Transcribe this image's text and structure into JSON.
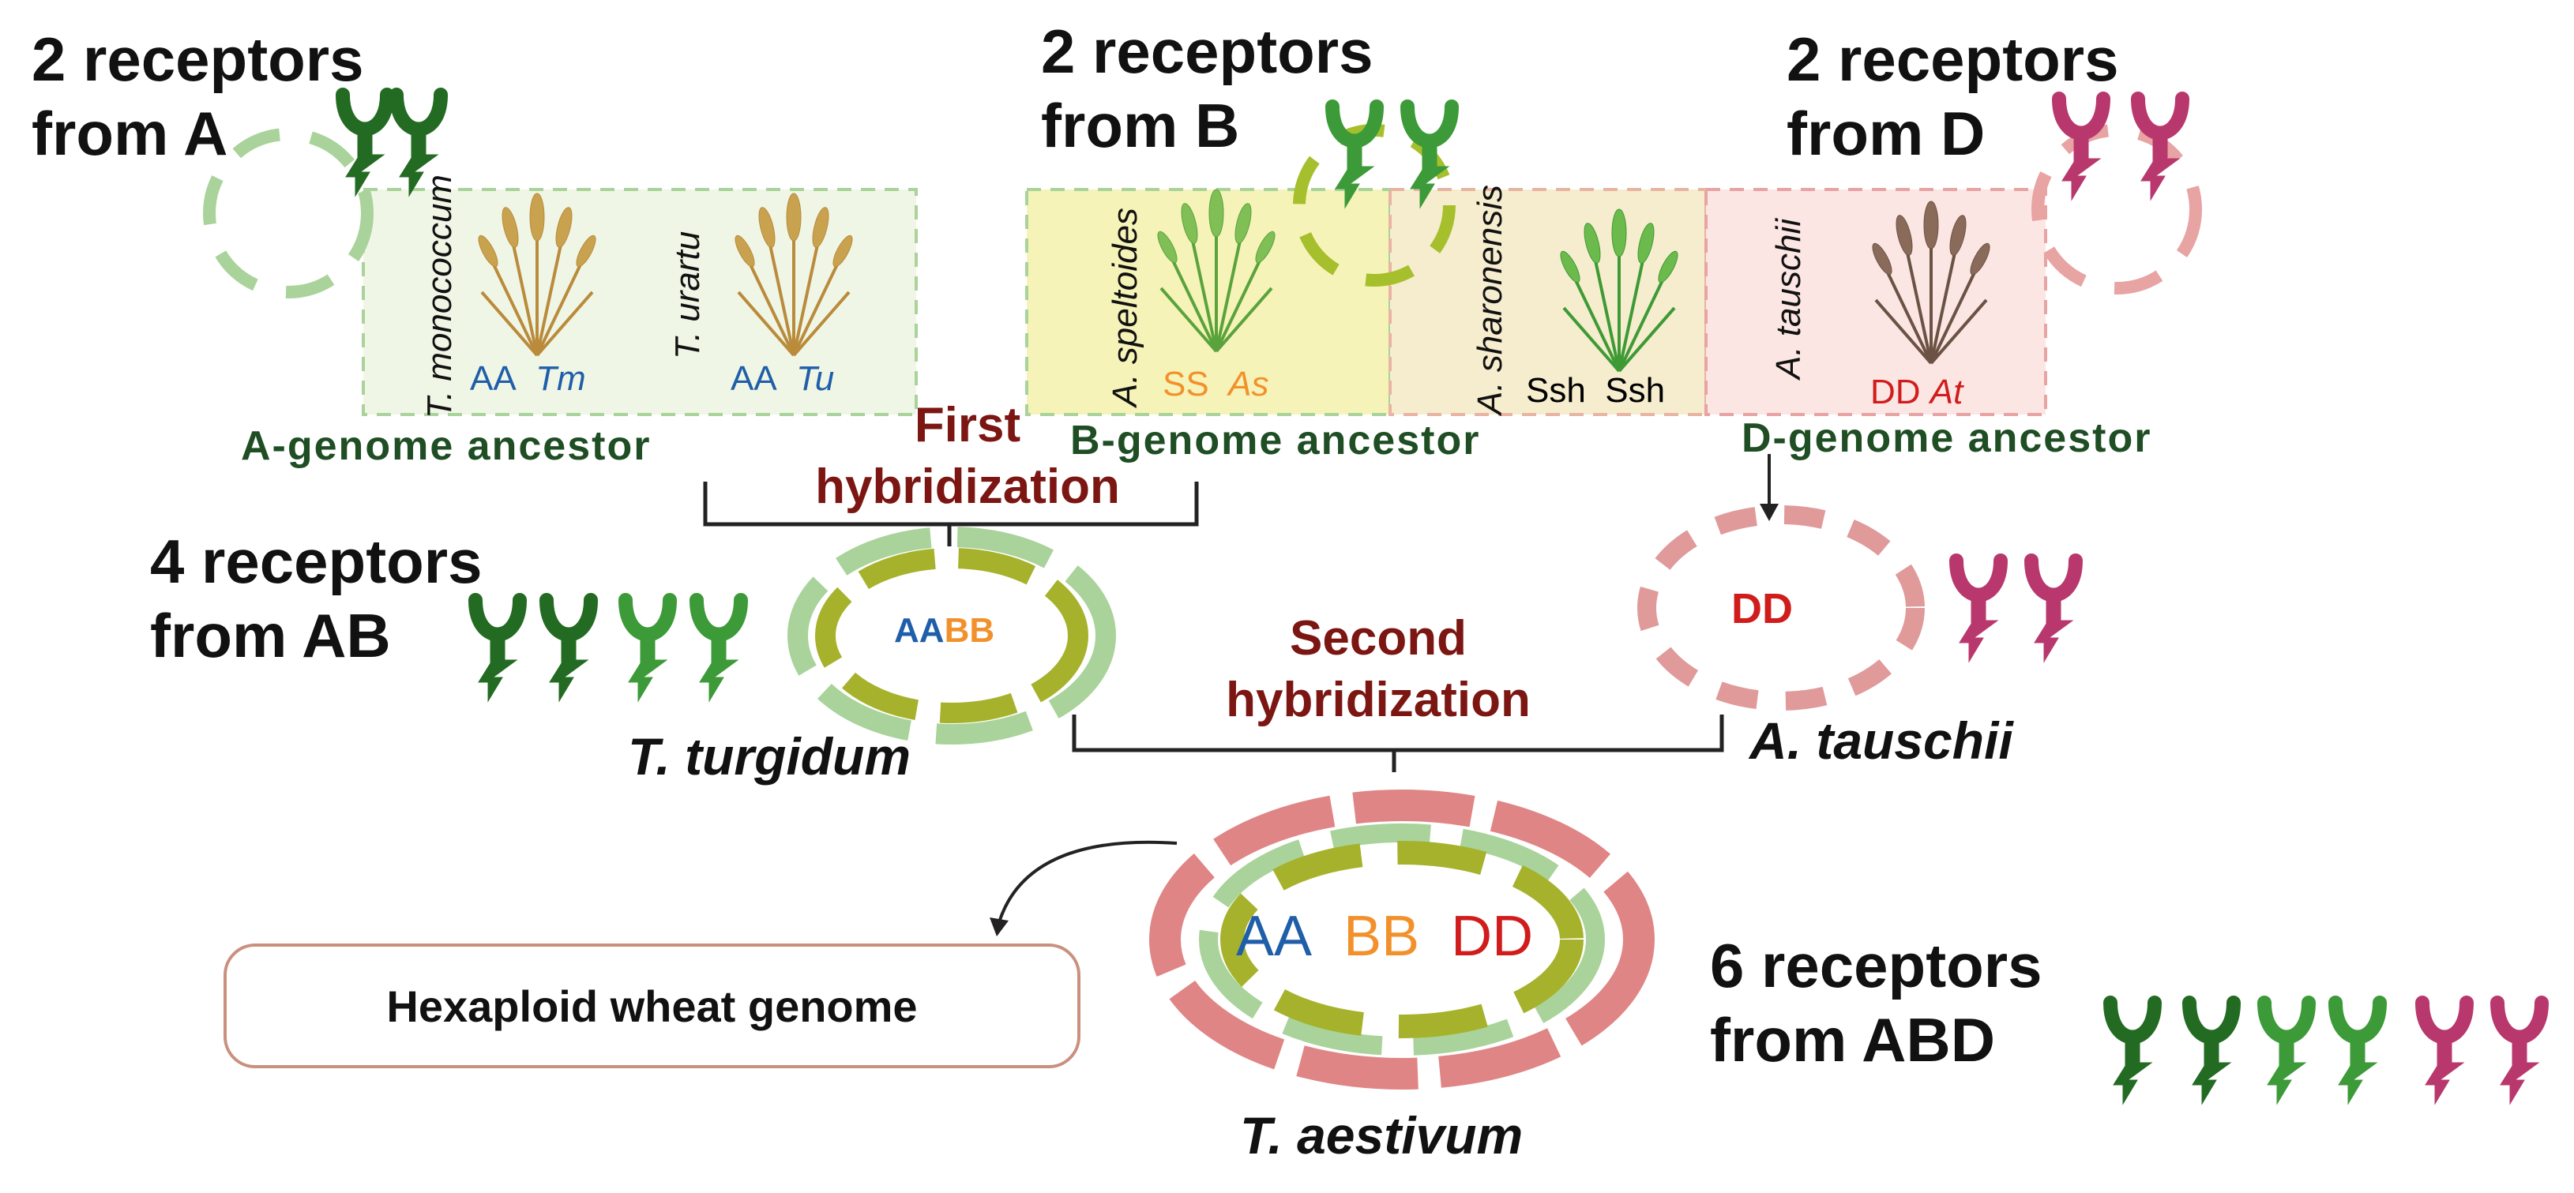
{
  "receptor_labels": {
    "a": [
      "2 receptors",
      "from A"
    ],
    "b": [
      "2 receptors",
      "from B"
    ],
    "d": [
      "2 receptors",
      "from D"
    ],
    "ab": [
      "4 receptors",
      "from AB"
    ],
    "abd": [
      "6 receptors",
      "from ABD"
    ]
  },
  "ancestors": {
    "a_label": "A-genome ancestor",
    "b_label": "B-genome ancestor",
    "d_label": "D-genome ancestor"
  },
  "species_boxes": [
    {
      "name": "T. monococcum",
      "genome": "AA",
      "abbr": "Tm",
      "genome_color": "#1f5ea8",
      "abbr_color": "#1f5ea8"
    },
    {
      "name": "T. urartu",
      "genome": "AA",
      "abbr": "Tu",
      "genome_color": "#1f5ea8",
      "abbr_color": "#1f5ea8"
    },
    {
      "name": "A. speltoides",
      "genome": "SS",
      "abbr": "As",
      "genome_color": "#f2912b",
      "abbr_color": "#f2912b"
    },
    {
      "name": "A. sharonensis",
      "genome": "Ssh",
      "abbr": "Ssh",
      "genome_color": "#111111",
      "abbr_color": "#111111"
    },
    {
      "name": "A. tauschii",
      "genome": "DD",
      "abbr": "At",
      "genome_color": "#d11c1c",
      "abbr_color": "#d11c1c"
    }
  ],
  "hybridization": {
    "first": [
      "First",
      "hybridization"
    ],
    "second": [
      "Second",
      "hybridization"
    ]
  },
  "genomes": {
    "tetraploid_a": "AA",
    "tetraploid_b": "BB",
    "diploid_d": "DD",
    "hex_a": "AA",
    "hex_b": "BB",
    "hex_d": "DD"
  },
  "species": {
    "turgidum": "T. turgidum",
    "tauschii": "A. tauschii",
    "aestivum": "T. aestivum"
  },
  "callout": "Hexaploid wheat genome",
  "colors": {
    "a_genome": "#1f5ea8",
    "b_genome": "#f2912b",
    "d_genome": "#d11c1c",
    "receptor_dark_green": "#236b22",
    "receptor_mid_green": "#3c9a38",
    "receptor_magenta": "#b8386e",
    "hybrid_text": "#7b1612",
    "ancestor_text": "#1f4e24"
  }
}
